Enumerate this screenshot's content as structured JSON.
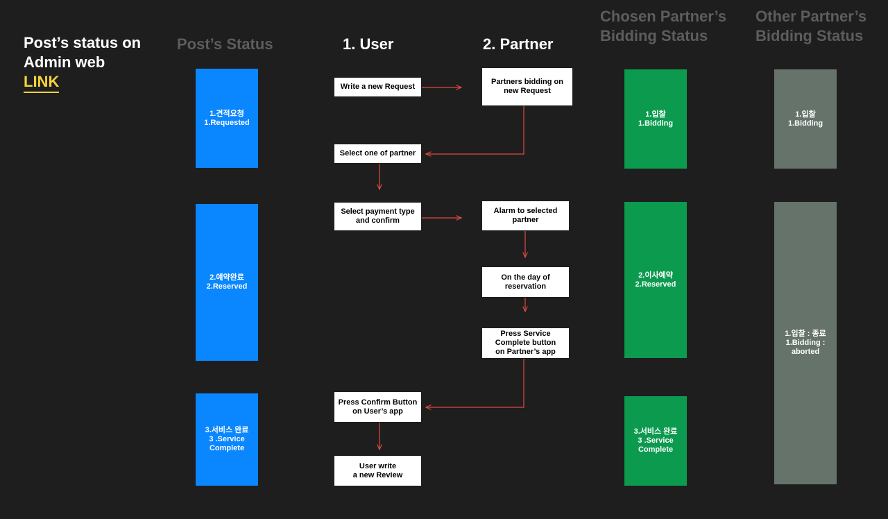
{
  "header": {
    "title": "Post’s status on\nAdmin web",
    "link_label": "LINK"
  },
  "columns": {
    "posts_status": "Post’s Status",
    "user": "1. User",
    "partner": "2. Partner",
    "chosen_partner": "Chosen Partner’s\nBidding Status",
    "other_partner": "Other Partner’s\nBidding Status"
  },
  "posts_status": [
    "1.견적요청\n1.Requested",
    "2.예약완료\n2.Reserved",
    "3.서비스 완료\n3 .Service\nComplete"
  ],
  "user_steps": [
    "Write a new Request",
    "Select one of partner",
    "Select payment type\nand confirm",
    "Press Confirm Button\non User’s app",
    "User write\na new Review"
  ],
  "partner_steps": [
    "Partners bidding on\nnew Request",
    "Alarm to selected\npartner",
    "On the day of\nreservation",
    "Press Service\nComplete button\non Partner’s app"
  ],
  "chosen_status": [
    "1.입찰\n1.Bidding",
    "2.이사예약\n2.Reserved",
    "3.서비스 완료\n3 .Service\nComplete"
  ],
  "other_status": [
    "1.입찰\n1.Bidding",
    "1.입찰 : 종료\n1.Bidding :\naborted"
  ],
  "colors": {
    "background": "#1e1e1e",
    "post_status_block": "#0a86ff",
    "chosen_block": "#0b9a4e",
    "other_block": "#66736a",
    "arrow": "#e04a3f",
    "link": "#f5d33a"
  }
}
